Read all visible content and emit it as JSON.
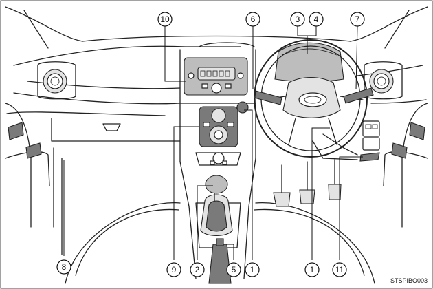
{
  "figure": {
    "image_code": "STSPIBO003",
    "callouts": {
      "steering_wheel_top": [
        "3",
        "4"
      ],
      "audio_panel": "10",
      "center_knob": "6",
      "right_stalk": "7",
      "left_floor": "8",
      "climate_panel": "9",
      "shift_lever": "2",
      "handbrake": "5",
      "center_stack_switch": "1",
      "steering_column": "1",
      "lower_right_panel": "11"
    }
  },
  "colors": {
    "line": "#222222",
    "panel_gray": "#bdbdbd",
    "dark_gray": "#7a7a7a",
    "background": "#ffffff"
  }
}
